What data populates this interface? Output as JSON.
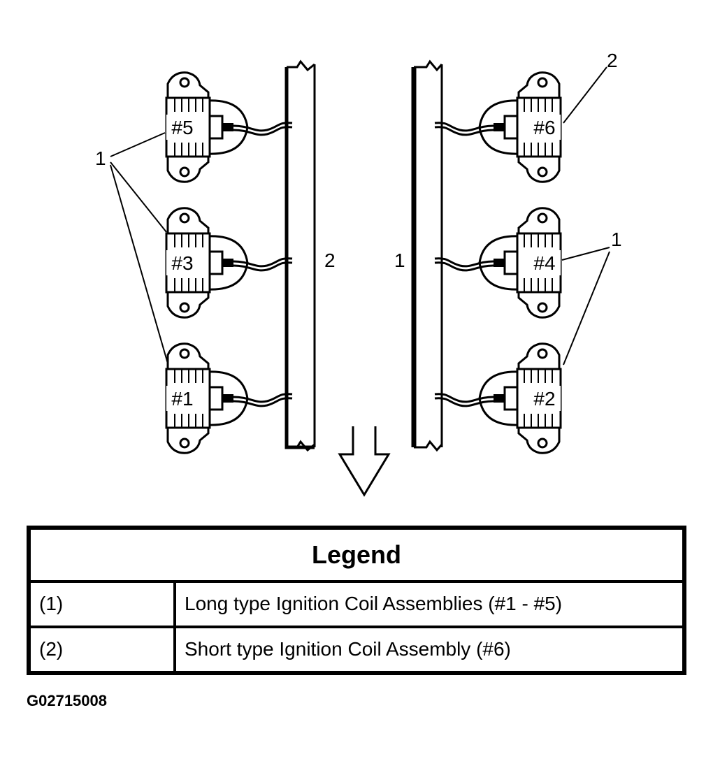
{
  "diagram": {
    "coils": [
      {
        "id": "coil-5",
        "label": "#5"
      },
      {
        "id": "coil-3",
        "label": "#3"
      },
      {
        "id": "coil-1",
        "label": "#1"
      },
      {
        "id": "coil-6",
        "label": "#6"
      },
      {
        "id": "coil-4",
        "label": "#4"
      },
      {
        "id": "coil-2",
        "label": "#2"
      }
    ],
    "callouts": {
      "left_1": "1",
      "bank_left_2": "2",
      "bank_right_1": "1",
      "top_right_2": "2",
      "right_1": "1"
    }
  },
  "legend": {
    "title": "Legend",
    "rows": [
      {
        "code": "(1)",
        "description": "Long type Ignition Coil Assemblies (#1  - #5)"
      },
      {
        "code": "(2)",
        "description": "Short type Ignition Coil Assembly (#6)"
      }
    ]
  },
  "figure_id": "G02715008"
}
